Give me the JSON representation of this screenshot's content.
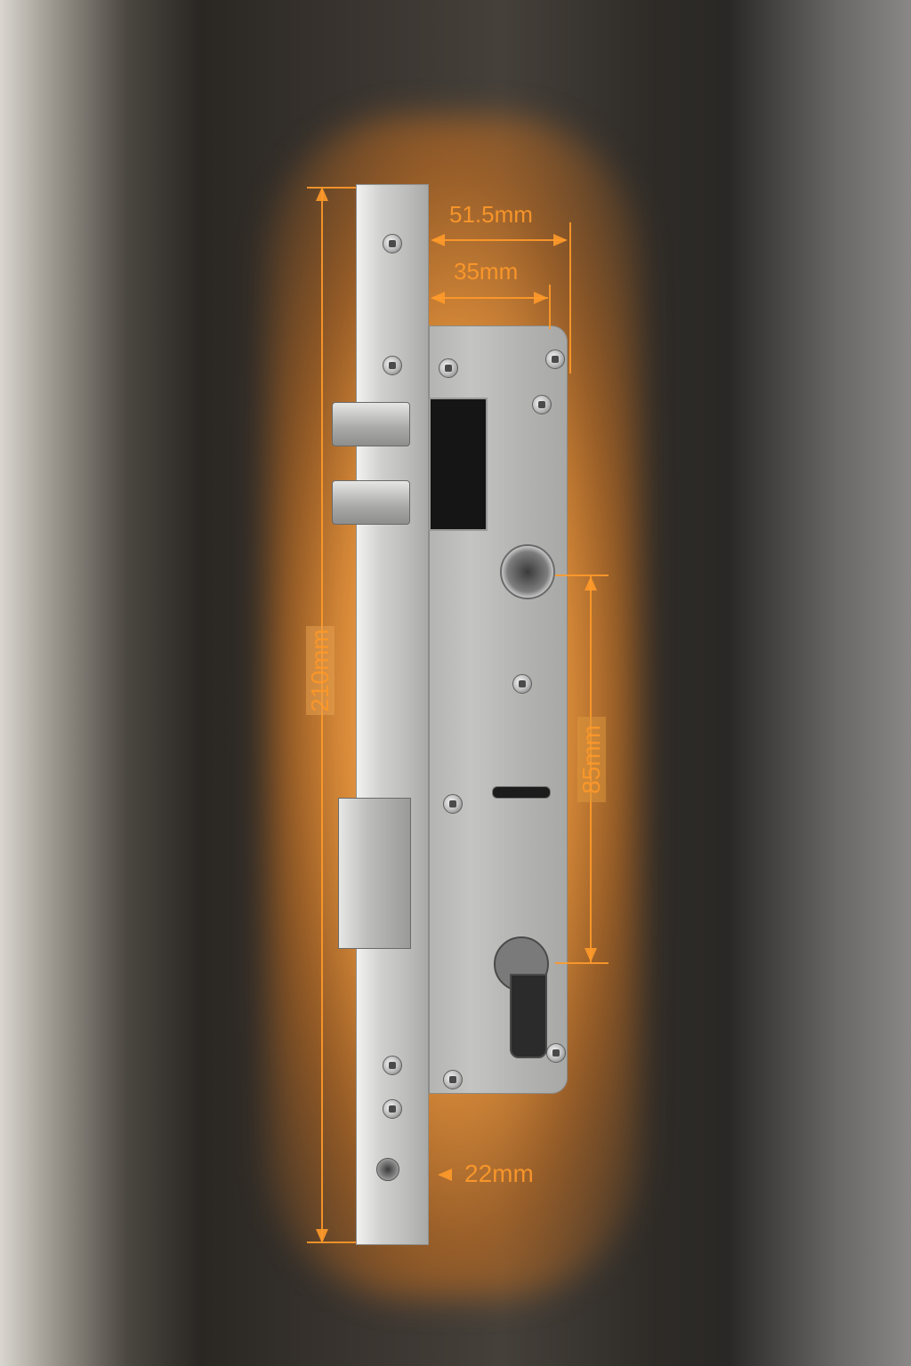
{
  "product": {
    "type": "mortise lock body",
    "finish": "brushed stainless steel"
  },
  "dimensions": {
    "height": "210mm",
    "overall_depth": "51.5mm",
    "backset": "35mm",
    "center_distance": "85mm",
    "faceplate_width": "22mm"
  },
  "colors": {
    "annotation": "#ff9a2a",
    "glow": "#ffa040",
    "metal": "#bdbdbb"
  }
}
